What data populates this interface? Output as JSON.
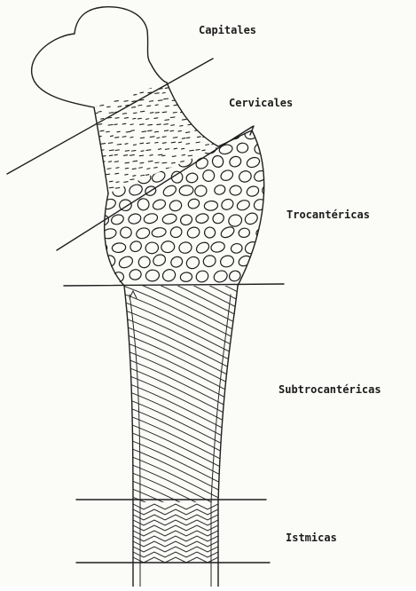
{
  "labels": {
    "capitales": "Capitales",
    "cervicales": "Cervicales",
    "trocantericas": "Trocantéricas",
    "subtrocantericas": "Subtrocantéricas",
    "istmicas": "Istmicas"
  }
}
